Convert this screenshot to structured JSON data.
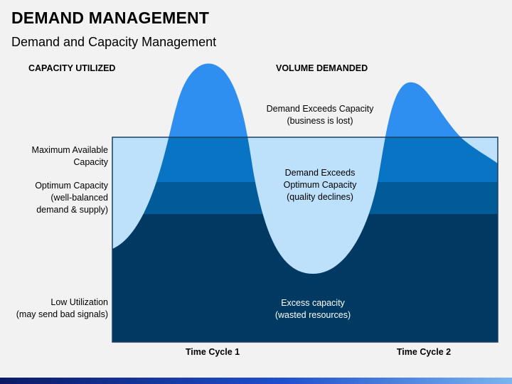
{
  "header": {
    "title": "DEMAND MANAGEMENT",
    "subtitle": "Demand and Capacity Management"
  },
  "columns": {
    "left_header": "CAPACITY UTILIZED",
    "right_header": "VOLUME DEMANDED"
  },
  "left_labels": {
    "max": [
      "Maximum Available",
      "Capacity"
    ],
    "optimum": [
      "Optimum Capacity",
      "(well-balanced",
      "demand & supply)"
    ],
    "low": [
      "Low Utilization",
      "(may send bad signals)"
    ]
  },
  "zone_labels": {
    "exceeds_capacity": [
      "Demand Exceeds Capacity",
      "(business is lost)"
    ],
    "exceeds_optimum": [
      "Demand Exceeds",
      "Optimum Capacity",
      "(quality declines)"
    ],
    "excess_capacity": [
      "Excess capacity",
      "(wasted resources)"
    ]
  },
  "x_labels": {
    "cycle1": "Time Cycle 1",
    "cycle2": "Time Cycle 2"
  },
  "colors": {
    "band_dark": "#003a63",
    "band_mid": "#005b98",
    "band_top": "#0a74c4",
    "demand_light": "#bde0fb",
    "demand_peak": "#2e8ff0",
    "border": "#1a3f66",
    "footer_dark": "#0b1a66",
    "footer_light": "#7bb4f0"
  }
}
